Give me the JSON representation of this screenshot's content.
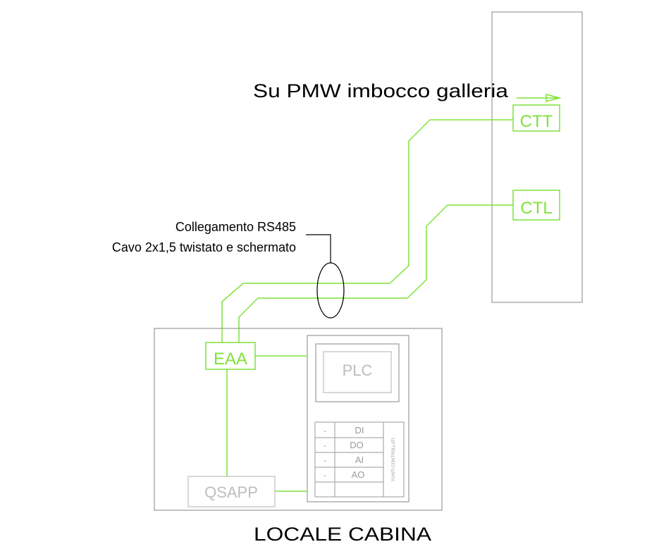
{
  "labels": {
    "galleria_title": "Su PMW imbocco galleria",
    "cabina_title": "LOCALE CABINA",
    "cable_line1": "Collegamento RS485",
    "cable_line2": "Cavo 2x1,5 twistato e schermato"
  },
  "devices": {
    "ctt": "CTT",
    "ctl": "CTL",
    "eaa": "EAA",
    "plc": "PLC",
    "qsapp": "QSAPP"
  },
  "io_table": {
    "rows": [
      {
        "mark": "-",
        "label": "DI"
      },
      {
        "mark": "-",
        "label": "DO"
      },
      {
        "mark": "-",
        "label": "AI"
      },
      {
        "mark": "-",
        "label": "AO"
      }
    ],
    "side_label": "PUNTI CONTROLLATI"
  },
  "colors": {
    "green": "#7fe23a",
    "frame_gray": "#9a9a9a",
    "light_gray": "#bdbdbd",
    "black": "#000000"
  }
}
